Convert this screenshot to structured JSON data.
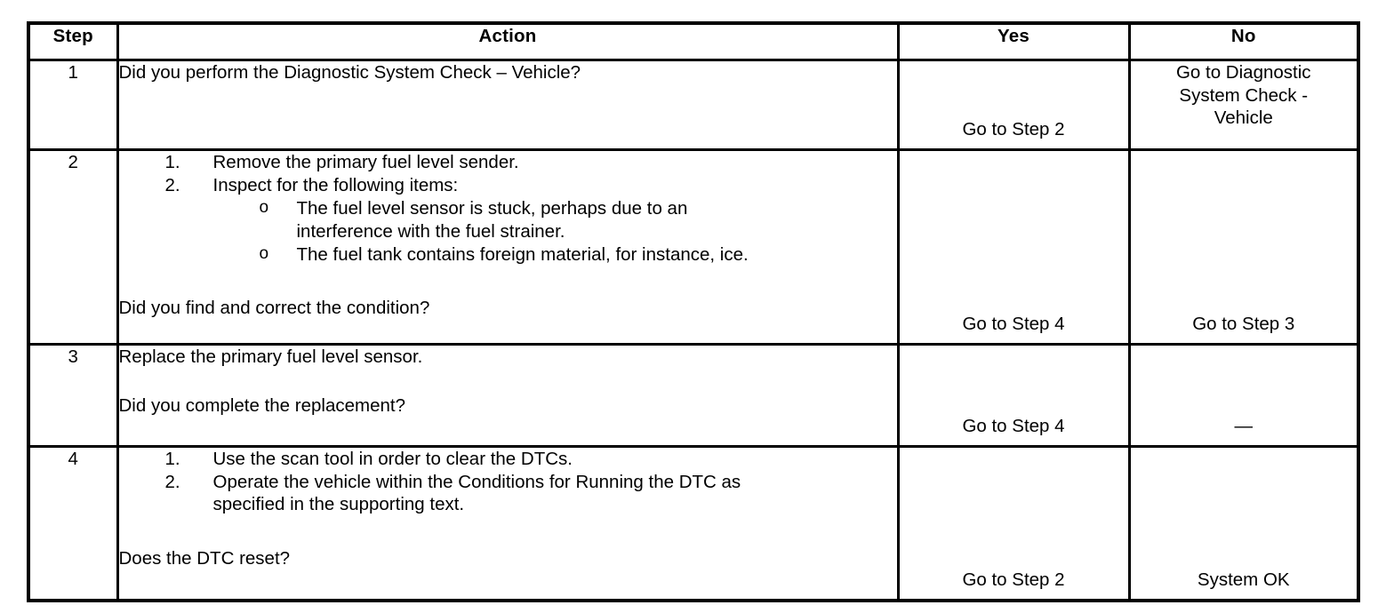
{
  "table": {
    "headers": {
      "step": "Step",
      "action": "Action",
      "yes": "Yes",
      "no": "No"
    },
    "rows": [
      {
        "step": "1",
        "action": {
          "question": "Did you perform the Diagnostic System Check – Vehicle?"
        },
        "yes": "Go to Step 2",
        "no_line1": "Go to Diagnostic",
        "no_line2": "System Check -",
        "no_line3": "Vehicle"
      },
      {
        "step": "2",
        "action": {
          "items": [
            {
              "num": "1.",
              "text": "Remove the primary fuel level sender."
            },
            {
              "num": "2.",
              "text": "Inspect for the following items:"
            }
          ],
          "subitems": [
            {
              "marker": "o",
              "line1": "The fuel level sensor is stuck, perhaps due to an",
              "line2": "interference with the fuel strainer."
            },
            {
              "marker": "o",
              "line1": "The fuel tank contains foreign material, for instance, ice.",
              "line2": ""
            }
          ],
          "question": "Did you find and correct the condition?"
        },
        "yes": "Go to Step 4",
        "no": "Go to Step 3"
      },
      {
        "step": "3",
        "action": {
          "statement": "Replace the primary fuel level sensor.",
          "question": "Did you complete the replacement?"
        },
        "yes": "Go to Step 4",
        "no": "—"
      },
      {
        "step": "4",
        "action": {
          "items": [
            {
              "num": "1.",
              "text": "Use the scan tool in order to clear the DTCs."
            },
            {
              "num": "2.",
              "text": "Operate the vehicle within the Conditions for Running the DTC as",
              "text2": "specified in the supporting text."
            }
          ],
          "question": "Does the DTC reset?"
        },
        "yes": "Go to Step 2",
        "no": "System OK"
      }
    ]
  },
  "colors": {
    "border": "#000000",
    "background": "#ffffff",
    "text": "#000000"
  }
}
